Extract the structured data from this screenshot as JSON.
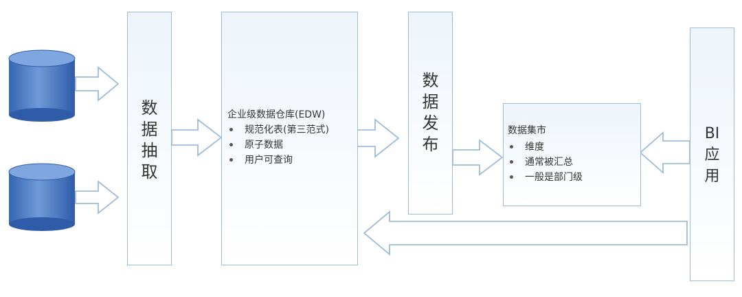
{
  "extract": {
    "chars": [
      "数",
      "据",
      "抽",
      "取"
    ]
  },
  "edw": {
    "title": "企业级数据仓库(EDW)",
    "items": [
      "规范化表(第三范式)",
      "原子数据",
      "用户可查询"
    ]
  },
  "publish": {
    "chars": [
      "数",
      "据",
      "发",
      "布"
    ]
  },
  "mart": {
    "title": "数据集市",
    "items": [
      "维度",
      "通常被汇总",
      "一般是部门级"
    ]
  },
  "bi": {
    "chars": [
      "BI",
      "应",
      "用"
    ]
  },
  "colors": {
    "box_border": "#9dbcda",
    "arrow_stroke": "#9dbcda",
    "db_top": "#5a86c9",
    "db_bottom": "#2d5aa6"
  }
}
